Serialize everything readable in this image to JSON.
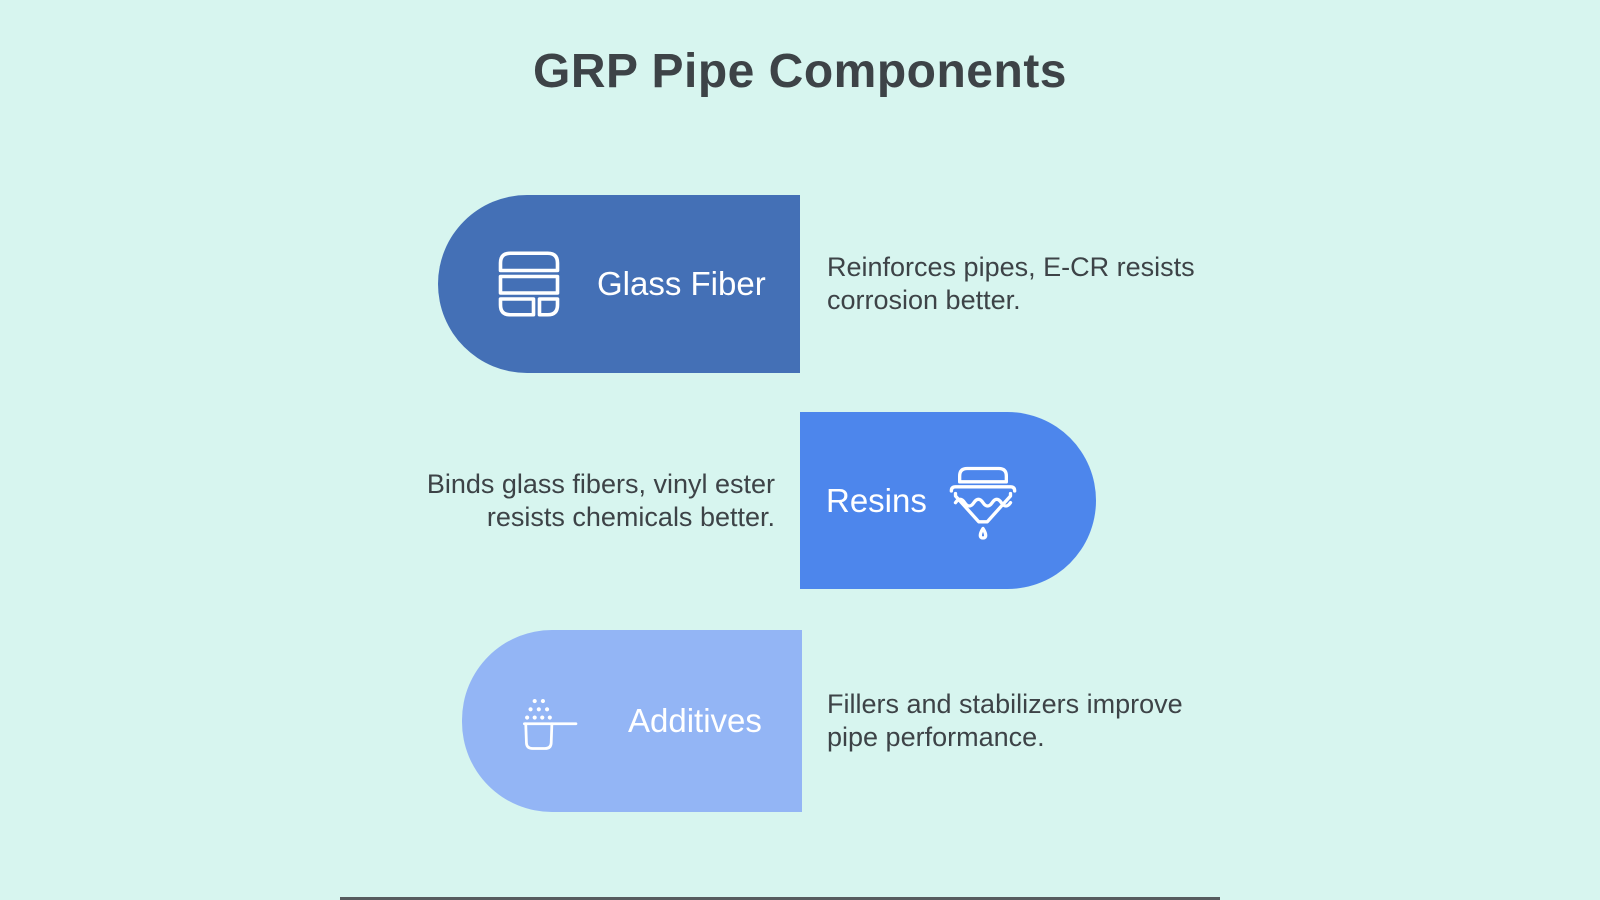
{
  "title": "GRP Pipe Components",
  "theme": {
    "background": "#d7f5ef",
    "heading_color": "#3d4347",
    "body_text_color": "#3d4347",
    "card_label_color": "#ffffff",
    "icon_stroke_color": "#ffffff"
  },
  "components": [
    {
      "label": "Glass Fiber",
      "icon": "fiber-layers-icon",
      "color": "#4470b6",
      "description_lines": [
        "Reinforces pipes, E-CR resists",
        "corrosion better."
      ]
    },
    {
      "label": "Resins",
      "icon": "resin-funnel-drop-icon",
      "color": "#4d86ec",
      "description_lines": [
        "Binds glass fibers, vinyl ester",
        "resists chemicals better."
      ]
    },
    {
      "label": "Additives",
      "icon": "additives-pot-sprinkle-icon",
      "color": "#93b5f5",
      "description_lines": [
        "Fillers and stabilizers improve",
        "pipe performance."
      ]
    }
  ]
}
